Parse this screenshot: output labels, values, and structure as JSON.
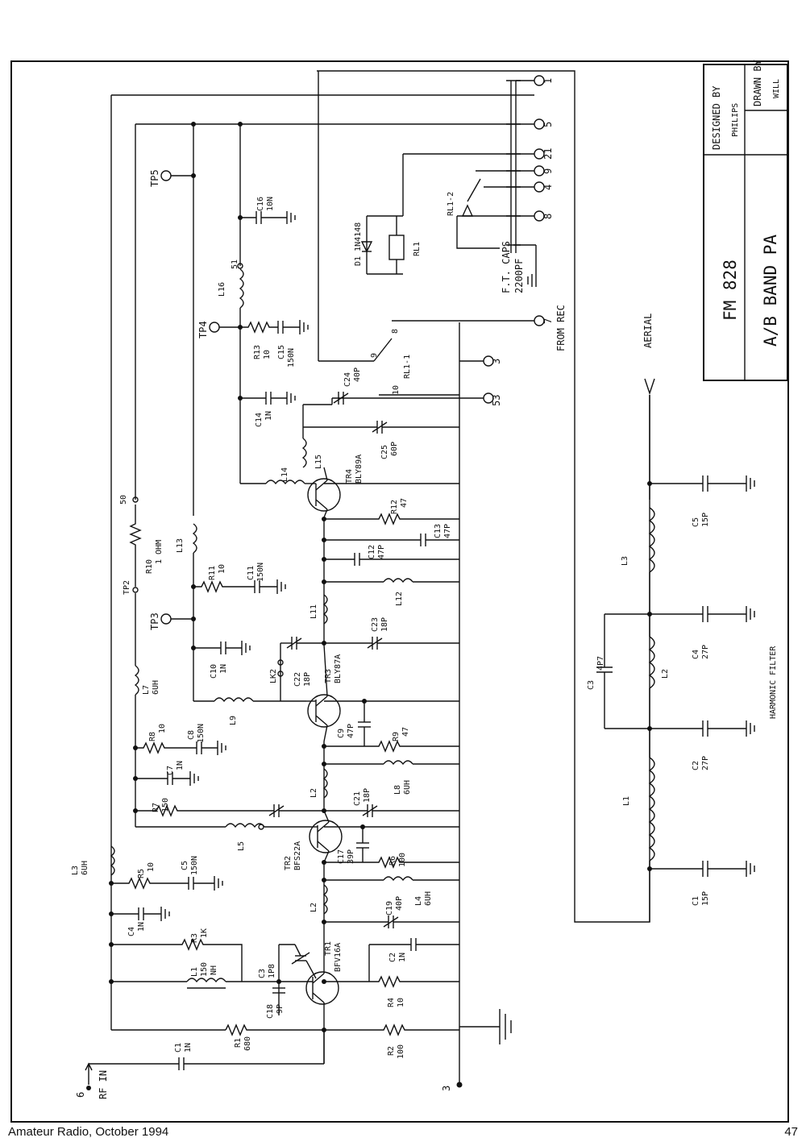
{
  "title_block": {
    "designed_by_label": "DESIGNED BY",
    "designed_by": "PHILIPS",
    "drawn_by_label": "DRAWN BY",
    "drawn_by": "WILL",
    "model": "FM 828",
    "board_name": "A/B BAND PA"
  },
  "footer": {
    "publication": "Amateur Radio, October 1994",
    "page_number": "47"
  },
  "terminals": {
    "t1": "1",
    "t5": "5",
    "t21": "21",
    "t9": "9",
    "t4": "4",
    "t8": "8",
    "t7": "7",
    "t3": "3",
    "t53": "53",
    "t6": "6",
    "t3_bottom": "3",
    "t50": "50"
  },
  "labels": {
    "from_rec": "FROM REC",
    "aerial": "AERIAL",
    "harmonic_filter": "HARMONIC FILTER",
    "rf_in": "RF IN",
    "ft_caps": "F.T. CAPS",
    "ft_caps_value": "2200PF",
    "rl1": "RL1",
    "rl1_2": "RL1-2",
    "rl1_1": "RL1-1",
    "rl_pin9": "9",
    "rl_pin8": "8",
    "rl_pin10": "10",
    "d1": "D1 1N4148",
    "tp5": "TP5",
    "tp4": "TP4",
    "tp3": "TP3",
    "tp2": "TP2",
    "lk2": "LK2",
    "tr1": "TR1",
    "tr1_type": "BFV16A",
    "tr2": "TR2",
    "tr2_type": "BFS22A",
    "tr3": "TR3",
    "tr3_type": "BLY87A",
    "tr4": "TR4",
    "tr4_type": "BLY89A"
  },
  "components": {
    "c16": [
      "C16",
      "10N"
    ],
    "c15": [
      "C15",
      "150N"
    ],
    "c14": [
      "C14",
      "1N"
    ],
    "c24": [
      "C24",
      "40P"
    ],
    "c25": [
      "C25",
      "60P"
    ],
    "c13": [
      "C13",
      "47P"
    ],
    "c12": [
      "C12",
      "47P"
    ],
    "c11": [
      "C11",
      "150N"
    ],
    "c23": [
      "C23",
      "18P"
    ],
    "c22": [
      "C22",
      "18P"
    ],
    "c10": [
      "C10",
      "1N"
    ],
    "c9": [
      "C9",
      "47P"
    ],
    "c8": [
      "C8",
      "150N"
    ],
    "c7": [
      "C7",
      "1N"
    ],
    "c21": [
      "C21",
      "18P"
    ],
    "c17": [
      "C17",
      "39P"
    ],
    "c5a": [
      "C5",
      "150N"
    ],
    "c19": [
      "C19",
      "40P"
    ],
    "c4a": [
      "C4",
      "1N"
    ],
    "c3a": [
      "C3",
      "1P8"
    ],
    "c2a": [
      "C2",
      "1N"
    ],
    "c18": [
      "C18",
      "9P"
    ],
    "c1a": [
      "C1",
      "1N"
    ],
    "r13": [
      "R13",
      "10"
    ],
    "r12": [
      "R12",
      "47"
    ],
    "r10": [
      "R10",
      "1 OHM"
    ],
    "r11": [
      "R11",
      "10"
    ],
    "r9": [
      "R9",
      "47"
    ],
    "r8": [
      "R8",
      "10"
    ],
    "r7": [
      "R7",
      "150"
    ],
    "r6": [
      "R6",
      "100"
    ],
    "r5": [
      "R5",
      "10"
    ],
    "r3": [
      "R3",
      "1K"
    ],
    "r4": [
      "R4",
      "10"
    ],
    "r1": [
      "R1",
      "680"
    ],
    "r2": [
      "R2",
      "100"
    ],
    "l16": [
      "L16",
      "51"
    ],
    "l15": [
      "L15"
    ],
    "l14": [
      "L14"
    ],
    "l13": [
      "L13"
    ],
    "l12": [
      "L12"
    ],
    "l11": [
      "L11"
    ],
    "l9": [
      "L9"
    ],
    "l8": [
      "L8",
      "6UH"
    ],
    "l7": [
      "L7",
      "6UH"
    ],
    "l2a": [
      "L2"
    ],
    "l2b": [
      "L2"
    ],
    "l5": [
      "L5"
    ],
    "l3a": [
      "L3",
      "6UH"
    ],
    "l4": [
      "L4",
      "6UH"
    ],
    "l1a": [
      "L1",
      "150",
      "NH"
    ],
    "hf_l1": [
      "L1"
    ],
    "hf_l2": [
      "L2"
    ],
    "hf_l3": [
      "L3"
    ],
    "hf_c1": [
      "C1",
      "15P"
    ],
    "hf_c2": [
      "C2",
      "27P"
    ],
    "hf_c3": [
      "C3",
      "4P7"
    ],
    "hf_c4": [
      "C4",
      "27P"
    ],
    "hf_c5": [
      "C5",
      "15P"
    ]
  }
}
